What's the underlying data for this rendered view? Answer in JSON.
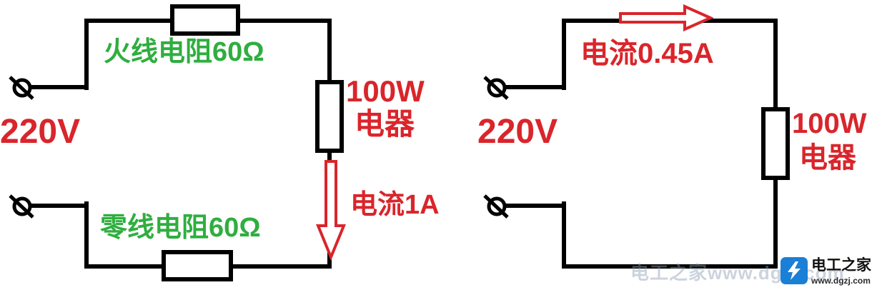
{
  "colors": {
    "red": "#d9252b",
    "green": "#2fae3f",
    "wire": "#000000",
    "logo_blue": "#1a7fd6"
  },
  "left_circuit": {
    "voltage": "220V",
    "top_resistor_label": "火线电阻60Ω",
    "bottom_resistor_label": "零线电阻60Ω",
    "appliance_line1": "100W",
    "appliance_line2": "电器",
    "current_label": "电流1A"
  },
  "right_circuit": {
    "voltage": "220V",
    "current_label": "电流0.45A",
    "appliance_line1": "100W",
    "appliance_line2": "电器"
  },
  "watermark": {
    "ghost_text": "电工之家www.dgzj.com",
    "site_name": "电工之家",
    "site_url": "www.dgzj.com"
  }
}
